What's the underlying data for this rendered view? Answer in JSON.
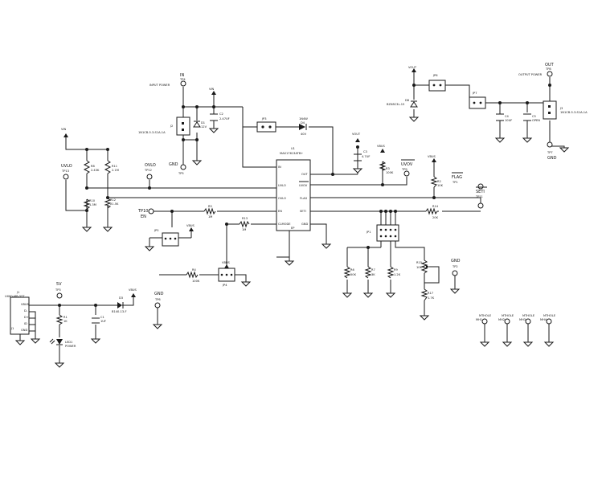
{
  "labels": {
    "in_net": "IN",
    "in_tp": "TP4",
    "input_power": "INPUT POWER",
    "in_vin": "VIN",
    "gnd_tp5_net": "GND",
    "gnd_tp5": "TP5",
    "j2": "J2",
    "j2_part": "1N1CB-5.3-S1A-1A",
    "d1": "D1",
    "d1_val": "12V",
    "c2": "C2",
    "c2_val": "2.47UF",
    "jp3": "JP3",
    "d4": "D4",
    "d4_top": "1N4W",
    "d4_val": "40V",
    "vin_left": "VIN",
    "uvlo_net": "UVLO",
    "uvlo_tp": "TP13",
    "r8": "R8",
    "r8_val": "2.43K",
    "r11": "R11",
    "r11_val": "2.1M",
    "r10": "R10",
    "r10_val": "1.3M",
    "r12": "R12",
    "r12_val": "21.5K",
    "ovlo_net": "OVLO",
    "ovlo_tp": "TP12",
    "u1": "U1",
    "u1_part": "MAX17613ATB+",
    "pin_in": "IN",
    "pin_uvlo": "UVLO",
    "pin_ovlo": "OVLO",
    "pin_en": "EN",
    "pin_clmode": "CLMODE",
    "pin_ep": "EP",
    "pin_out": "OUT",
    "pin_uvov": "UVOV",
    "pin_flag": "FLAG",
    "pin_seti": "SETI",
    "pin_gnd": "GND",
    "vout_c3": "VOUT",
    "c3": "C3",
    "c3_val": "4.7UF",
    "vbus_r3": "VBUS",
    "r3": "R3",
    "r3_val": "100K",
    "uvov_net": "UVOV",
    "uvov_tp": "TP9",
    "vbus_r2": "VBUS",
    "r2": "R2",
    "r2_val": "10K",
    "flag_net": "FLAG",
    "flag_tp": "TP1",
    "seti_net": "SETI",
    "seti_tp": "TP11",
    "r14": "R14",
    "r14_val": "20K",
    "en_tp": "TP10",
    "en_net": "EN",
    "r5": "R5",
    "r5_val": "1M",
    "jp5": "JP5",
    "vbus_jp5": "VBUS",
    "r13": "R13",
    "r13_val": "1M",
    "r4": "R4",
    "r4_val": "100K",
    "jp4": "JP4",
    "vbus_jp4": "VBUS",
    "jp1": "JP1",
    "r6": "R6",
    "r6_val": "50K",
    "r7": "R7",
    "r7_val": "3K",
    "r9": "R9",
    "r9_val": "1.2K",
    "r15": "R15",
    "r15_val": "10K",
    "r17": "R17",
    "r17_val": "1.7K",
    "gnd_tp2_net": "GND",
    "gnd_tp2": "TP2",
    "vout_top": "VOUT",
    "jp6": "JP6",
    "d6": "D6",
    "d6_part": "BZX8C3L-15",
    "jp7": "JP7",
    "c4": "C4",
    "c4_val": "10UF",
    "c5": "C5",
    "c5_val": "OPEN",
    "out_net": "OUT",
    "out_tp": "TP8",
    "output_power": "OUTPUT POWER",
    "j3": "J3",
    "j3_part": "1N1CB-5.3-S1A-1A",
    "gnd_tp7_net": "GND",
    "gnd_tp7": "TP7",
    "j1": "J1",
    "j1_part": "UX60-MB-5ST",
    "j1_pins": [
      "VBUS",
      "D-",
      "D+",
      "ID",
      "GND"
    ],
    "j1_ref": "J1",
    "fiveV_net": "5V",
    "fiveV_tp": "TP3",
    "r1": "R1",
    "r1_val": "1K",
    "c1": "C1",
    "c1_val": "1UF",
    "d3": "D3",
    "d3_part": "B140-13-F",
    "vbus_d3": "VBUS",
    "led1": "LED1",
    "led1_txt": "POWER",
    "gnd_tp6_net": "GND",
    "gnd_tp6": "TP6",
    "mh": [
      "MTHOLE",
      "MTHOLE",
      "MTHOLE",
      "MTHOLE"
    ],
    "mh_refs": [
      "MH1",
      "MH2",
      "MH3",
      "MH4"
    ]
  }
}
